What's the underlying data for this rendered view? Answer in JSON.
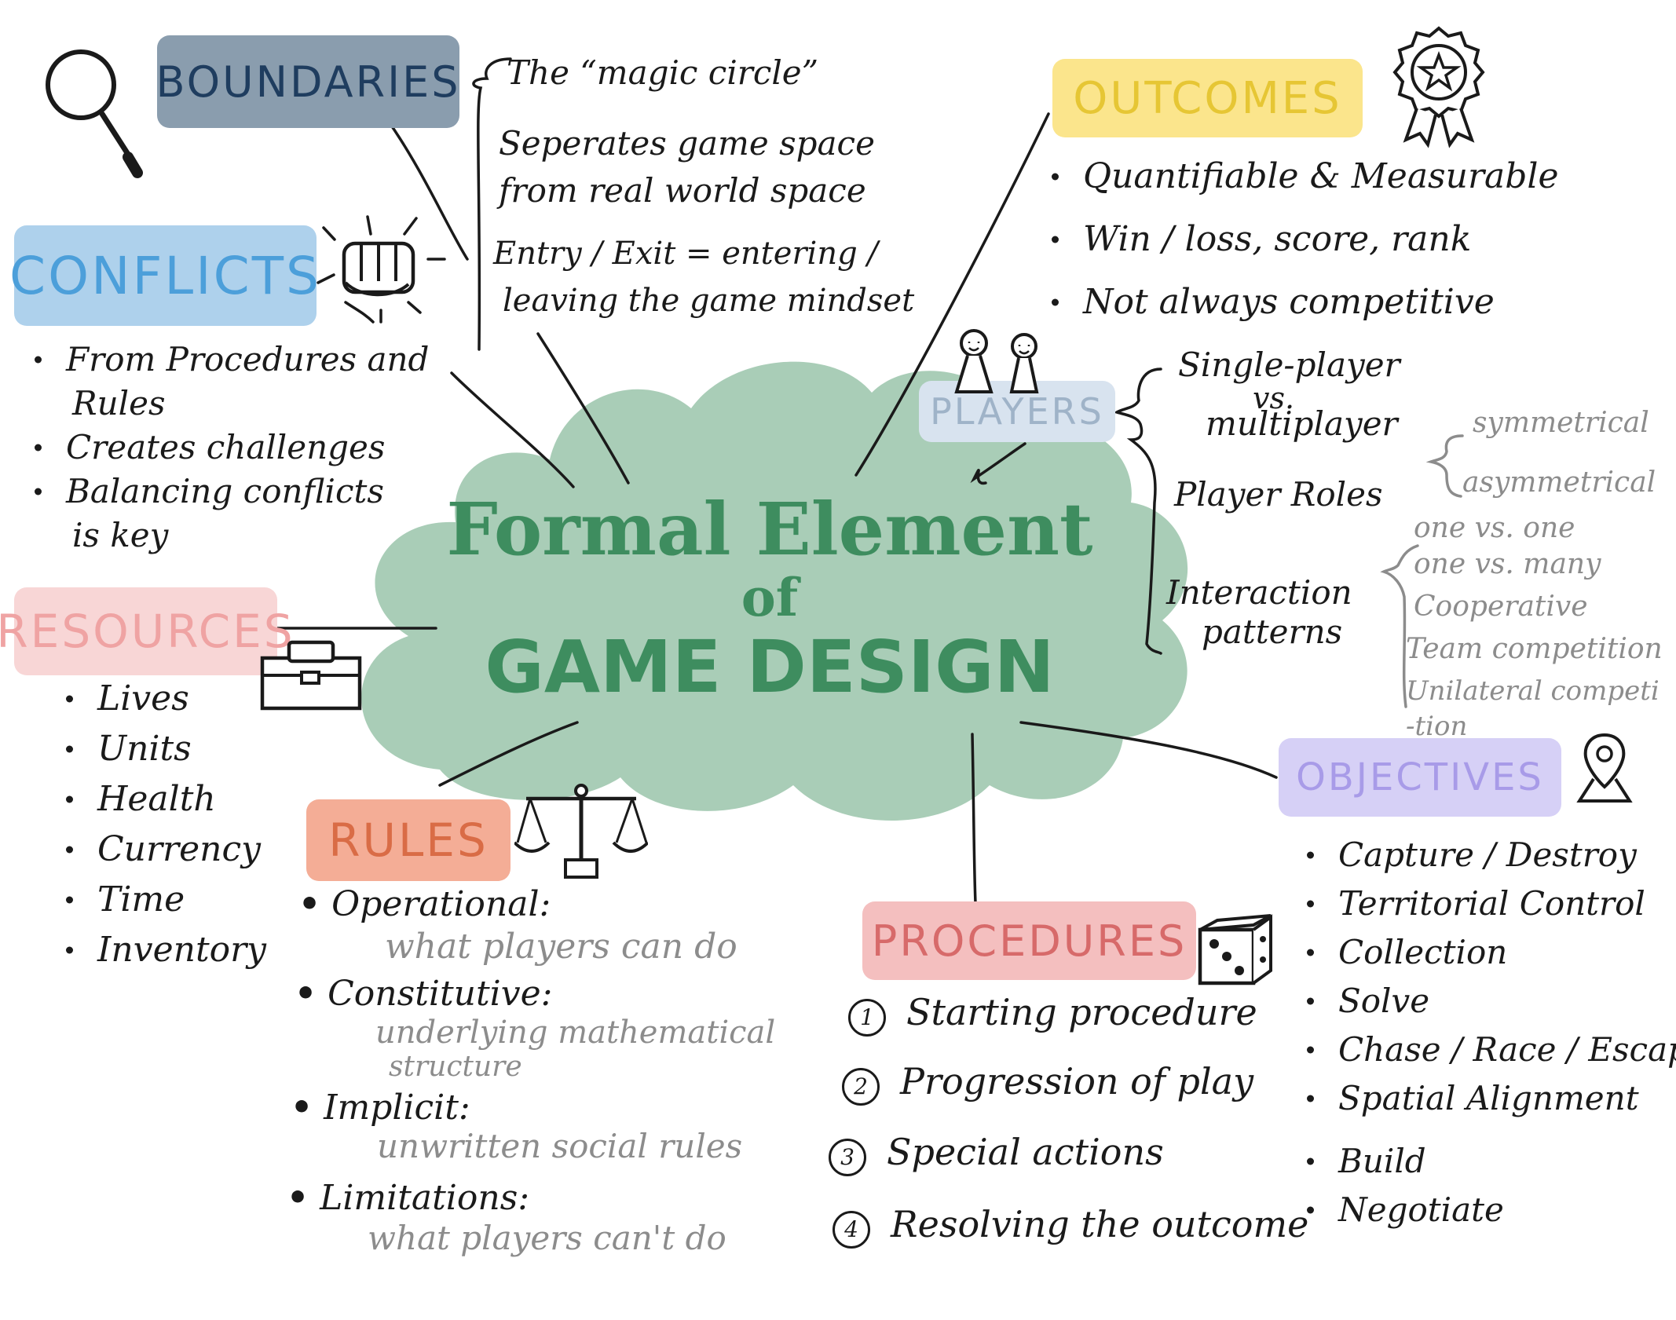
{
  "title": {
    "line1": "Formal Element",
    "line2": "of",
    "line3": "GAME DESIGN"
  },
  "colors": {
    "cloud": "#a9cdb7",
    "title": "#3e8d5f",
    "boundaries_tag": "#8a9dae",
    "boundaries_text": "#1f3d5f",
    "conflicts_tag": "#aed1ec",
    "conflicts_text": "#4c9fda",
    "resources_tag": "#f8d6d6",
    "resources_text": "#efa3a3",
    "rules_tag": "#f4ad96",
    "rules_text": "#d96c46",
    "procedures_tag": "#f4bfbf",
    "procedures_text": "#d76a6a",
    "outcomes_tag": "#fbe58c",
    "outcomes_text": "#e6c634",
    "players_tag": "#d8e3ef",
    "players_text": "#9fb3c8",
    "objectives_tag": "#d6d0f6",
    "objectives_text": "#a89be8",
    "ink": "#1a1a1a",
    "grey_ink": "#8c8c8c"
  },
  "icons": {
    "boundaries": "magnifier-icon",
    "conflicts": "fist-icon",
    "resources": "toolbox-icon",
    "rules": "scales-icon",
    "procedures": "dice-icon",
    "outcomes": "award-rosette-icon",
    "players": "pawns-icon",
    "objectives": "location-pin-icon"
  },
  "boundaries": {
    "label": "BOUNDARIES",
    "notes": [
      "The “magic circle”",
      "Seperates game space",
      "from real world space",
      "Entry / Exit = entering /",
      "leaving the game mindset"
    ]
  },
  "conflicts": {
    "label": "CONFLICTS",
    "items": [
      "From Procedures and",
      "Rules",
      "Creates challenges",
      "Balancing conflicts",
      "is key"
    ]
  },
  "resources": {
    "label": "RESOURCES",
    "items": [
      "Lives",
      "Units",
      "Health",
      "Currency",
      "Time",
      "Inventory"
    ]
  },
  "rules": {
    "label": "RULES",
    "items": [
      {
        "term": "Operational:",
        "desc": "what players can do"
      },
      {
        "term": "Constitutive:",
        "desc": "underlying mathematical",
        "desc2": "structure"
      },
      {
        "term": "Implicit:",
        "desc": "unwritten social rules"
      },
      {
        "term": "Limitations:",
        "desc": "what players can't do"
      }
    ]
  },
  "procedures": {
    "label": "PROCEDURES",
    "items": [
      {
        "num": "1",
        "text": "Starting procedure"
      },
      {
        "num": "2",
        "text": "Progression of play"
      },
      {
        "num": "3",
        "text": "Special actions"
      },
      {
        "num": "4",
        "text": "Resolving the outcome"
      }
    ]
  },
  "outcomes": {
    "label": "OUTCOMES",
    "items": [
      "Quantifiable & Measurable",
      "Win / loss, score, rank",
      "Not always competitive"
    ]
  },
  "players": {
    "label": "PLAYERS",
    "single_line1": "Single-player",
    "single_line2": "vs.",
    "single_line3": "multiplayer",
    "roles": "Player Roles",
    "roles_sub": [
      "symmetrical",
      "asymmetrical"
    ],
    "interaction_line1": "Interaction",
    "interaction_line2": "patterns",
    "interaction_sub": [
      "one vs. one",
      "one vs. many",
      "Cooperative",
      "Team competition",
      "Unilateral competi",
      "-tion"
    ]
  },
  "objectives": {
    "label": "OBJECTIVES",
    "items": [
      "Capture / Destroy",
      "Territorial Control",
      "Collection",
      "Solve",
      "Chase / Race / Escape",
      "Spatial Alignment",
      "Build",
      "Negotiate"
    ]
  }
}
